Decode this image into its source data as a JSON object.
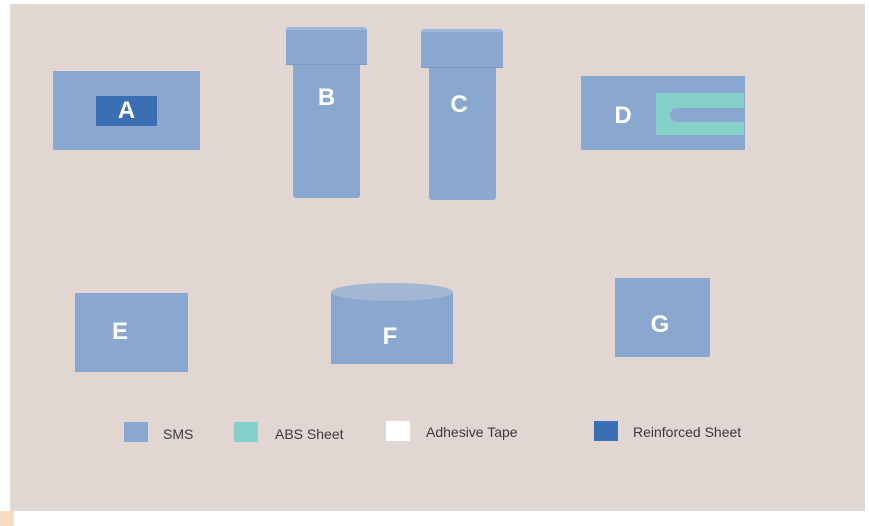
{
  "shapes": {
    "a": {
      "label": "A"
    },
    "b": {
      "label": "B"
    },
    "c": {
      "label": "C"
    },
    "d": {
      "label": "D"
    },
    "e": {
      "label": "E"
    },
    "f": {
      "label": "F"
    },
    "g": {
      "label": "G"
    }
  },
  "legend": [
    {
      "label": "SMS",
      "color": "#8aa8cf"
    },
    {
      "label": "ABS Sheet",
      "color": "#85d1c9"
    },
    {
      "label": "Adhesive Tape",
      "color": "#ffffff"
    },
    {
      "label": "Reinforced Sheet",
      "color": "#3b6fb4"
    }
  ],
  "colors": {
    "background": "#e2d6d3",
    "sms": "#8aa8cf",
    "abs_sheet": "#85d1c9",
    "reinforced_sheet": "#3b6fb4"
  }
}
